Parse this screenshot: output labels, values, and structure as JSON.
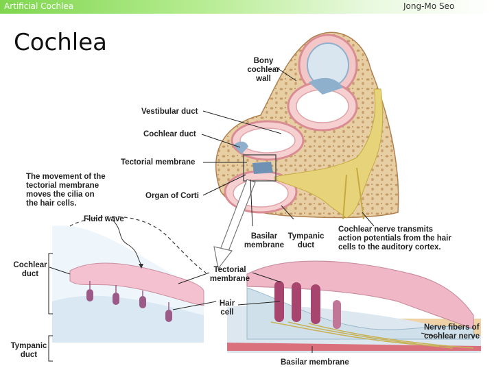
{
  "header": {
    "left": "Artificial Cochlea",
    "right": "Jong-Mo Seo"
  },
  "slide": {
    "title": "Cochlea"
  },
  "labels": {
    "bony_wall": [
      "Bony",
      "cochlear",
      "wall"
    ],
    "vestibular_duct": "Vestibular duct",
    "cochlear_duct": "Cochlear duct",
    "tectorial_membrane_top": "Tectorial membrane",
    "movement_note": [
      "The movement of the",
      "tectorial membrane",
      "moves the cilia on",
      "the hair cells."
    ],
    "organ_of_corti": "Organ of Corti",
    "fluid_wave": "Fluid wave",
    "basilar_membrane_mid": [
      "Basilar",
      "membrane"
    ],
    "tympanic_duct_mid": [
      "Tympanic",
      "duct"
    ],
    "nerve_note": [
      "Cochlear nerve transmits",
      "action potentials from the hair",
      "cells to the auditory cortex."
    ],
    "cochlear_duct_side": [
      "Cochlear",
      "duct"
    ],
    "tectorial_membrane_low": [
      "Tectorial",
      "membrane"
    ],
    "hair_cell": [
      "Hair",
      "cell"
    ],
    "tympanic_duct_side": [
      "Tympanic",
      "duct"
    ],
    "nerve_fibers": [
      "Nerve fibers of",
      "cochlear nerve"
    ],
    "basilar_membrane_bottom": "Basilar membrane"
  }
}
